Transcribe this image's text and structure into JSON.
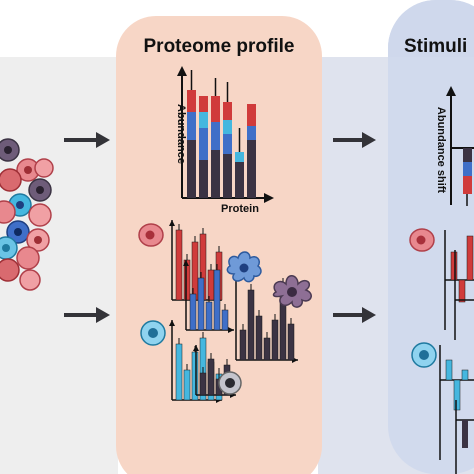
{
  "panels": {
    "middle_title": "Proteome profile",
    "right_title": "Stimuli"
  },
  "axis_labels": {
    "middle_y": "Abundance",
    "middle_x": "Protein",
    "right_y": "Abundance shift"
  },
  "colors": {
    "left_panel_bg": "#eeeeee",
    "middle_panel_bg": "#f7d6c6",
    "right_panel_bg": "#dfe3ee",
    "right_halo": "#cfd8ec",
    "red": "#d03b3b",
    "blue": "#3f6fc8",
    "cyan": "#45b7df",
    "dark": "#3b3343",
    "purple": "#6e5c79",
    "arrow": "#333338"
  },
  "icons": [
    "arrow-right-icon",
    "cell-icon",
    "macrophage-icon",
    "neutrophil-icon"
  ]
}
